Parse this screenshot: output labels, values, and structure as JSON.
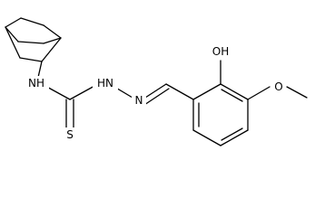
{
  "atom_labels": {
    "nh": "NH",
    "hn": "HN",
    "n": "N",
    "s": "S",
    "oh": "OH",
    "o": "O"
  },
  "colors": {
    "bond": "#000000",
    "background": "#ffffff"
  }
}
